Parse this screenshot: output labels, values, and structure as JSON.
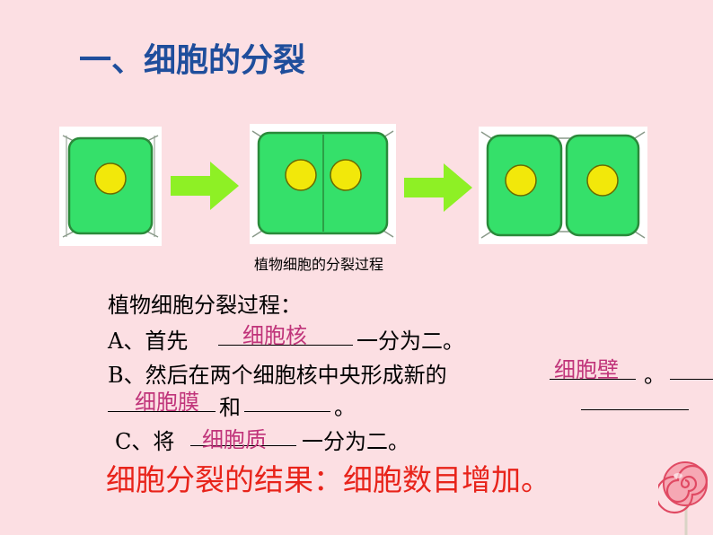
{
  "title": "一、细胞的分裂",
  "caption": "植物细胞的分裂过程",
  "question": {
    "heading": "植物细胞分裂过程：",
    "a_prefix": "A、首先",
    "a_suffix": "一分为二。",
    "a_answer": "细胞核",
    "b_text": "B、然后在两个细胞核中央形成新的",
    "b_answer": "细胞壁",
    "b_end": "。",
    "b2_answer": "细胞膜",
    "b2_mid": "和",
    "b2_end": "。",
    "c_prefix": "C、将",
    "c_answer": "细胞质",
    "c_suffix": "一分为二。"
  },
  "result": "细胞分裂的结果：细胞数目增加。",
  "colors": {
    "background": "#fcdfe3",
    "title": "#1f4e9c",
    "answer": "#c0347a",
    "result": "#e8231a",
    "cell_green": "#35e06a",
    "arrow_green": "#8ef025",
    "nucleus": "#f2e80a"
  }
}
